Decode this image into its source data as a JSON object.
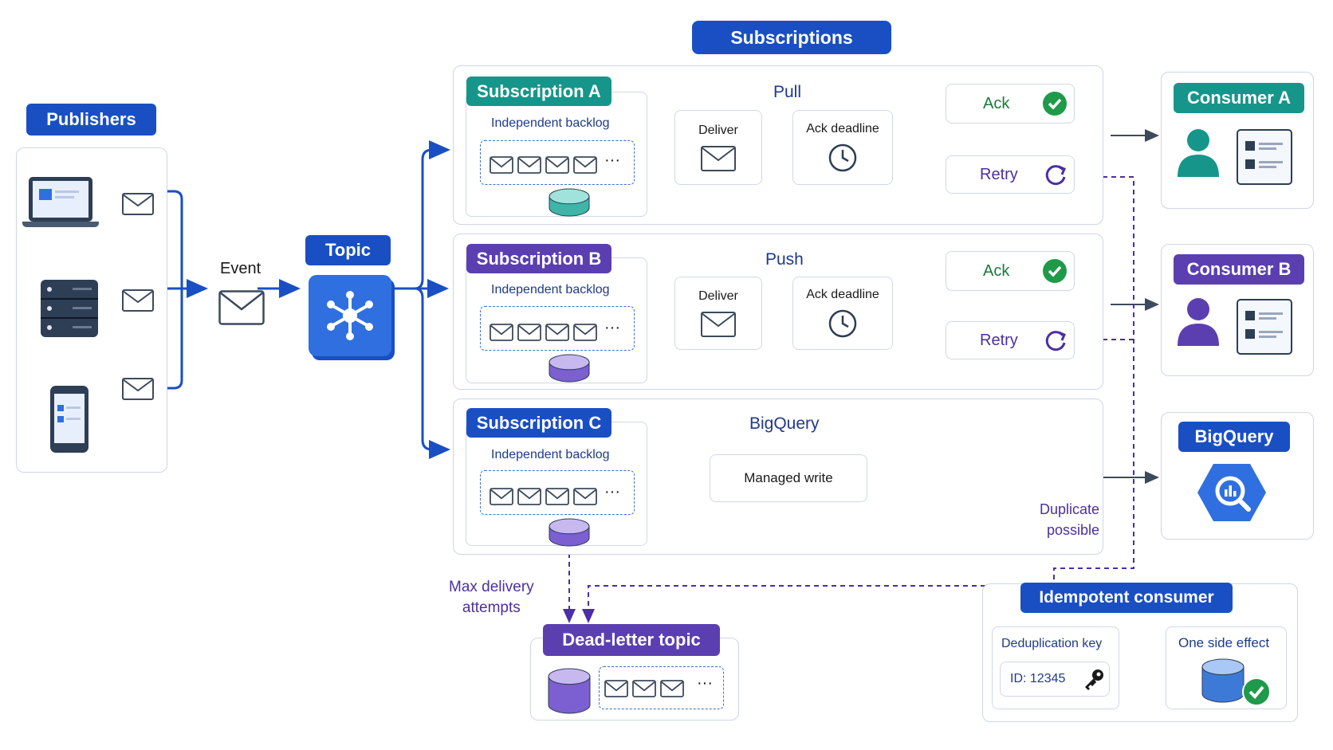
{
  "header": {
    "subscriptions_label": "Subscriptions"
  },
  "publishers": {
    "label": "Publishers",
    "event_label": "Event"
  },
  "topic": {
    "label": "Topic"
  },
  "subscriptions": [
    {
      "name": "Subscription A",
      "backlog": "Independent backlog",
      "mode": "Pull",
      "deliver": "Deliver",
      "deadline": "Ack deadline",
      "ack": "Ack",
      "retry": "Retry",
      "color": "#16968a"
    },
    {
      "name": "Subscription B",
      "backlog": "Independent backlog",
      "mode": "Push",
      "deliver": "Deliver",
      "deadline": "Ack deadline",
      "ack": "Ack",
      "retry": "Retry",
      "color": "#5b3fb1"
    },
    {
      "name": "Subscription C",
      "backlog": "Independent backlog",
      "mode": "BigQuery",
      "managed_write": "Managed write",
      "color": "#1a4fc4"
    }
  ],
  "consumers": [
    {
      "label": "Consumer A",
      "color": "#16968a"
    },
    {
      "label": "Consumer B",
      "color": "#5b3fb1"
    },
    {
      "label": "BigQuery",
      "color": "#1a4fc4"
    }
  ],
  "duplicate_note": {
    "line1": "Duplicate",
    "line2": "possible"
  },
  "max_delivery": {
    "line1": "Max delivery",
    "line2": "attempts"
  },
  "dead_letter": {
    "label": "Dead-letter topic"
  },
  "idempotent": {
    "label": "Idempotent consumer",
    "dedup_label": "Deduplication key",
    "dedup_value": "ID: 12345",
    "side_effect": "One side effect"
  },
  "ellipsis": "···",
  "icons": [
    "laptop-icon",
    "server-icon",
    "phone-icon",
    "envelope-icon",
    "topic-hub-icon",
    "clock-icon",
    "check-icon",
    "retry-icon",
    "database-icon",
    "person-icon",
    "document-list-icon",
    "bigquery-icon",
    "key-icon"
  ]
}
